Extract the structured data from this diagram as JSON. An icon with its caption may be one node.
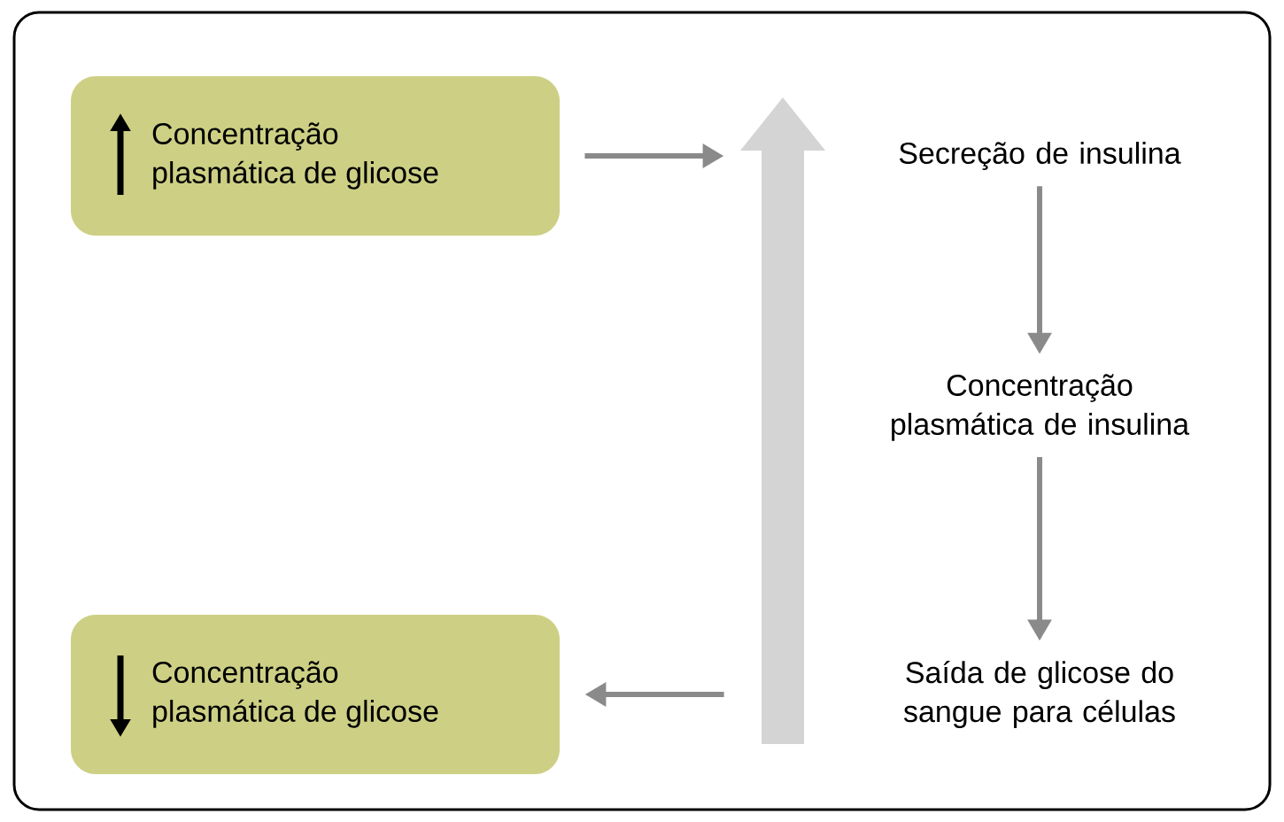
{
  "diagram": {
    "nodes": [
      {
        "text": [
          "Concentração plasmática de glicose"
        ]
      },
      {
        "text": [
          "Secreção de insulina"
        ]
      },
      {
        "text": [
          "Concentração plasmática de insulina"
        ]
      },
      {
        "text": [
          "Saída de glicose do sangue para células"
        ]
      },
      {
        "text": [
          "Concentração plasmática de glicose"
        ]
      },
      {
        "text": [],
        "shape": "arrow"
      }
    ],
    "edges": [
      {
        "from": 0,
        "to": 5,
        "arrow": "to"
      },
      {
        "from": 1,
        "to": 2,
        "arrow": "to"
      },
      {
        "from": 2,
        "to": 3,
        "arrow": "to"
      },
      {
        "from": 5,
        "to": 4,
        "arrow": "to"
      }
    ]
  }
}
